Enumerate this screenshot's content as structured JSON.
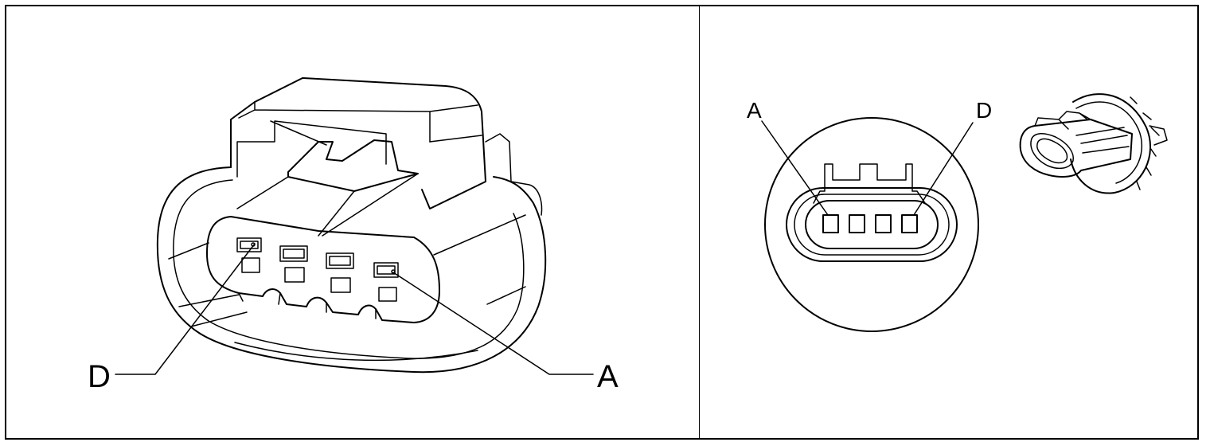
{
  "left_panel": {
    "label_d": "D",
    "label_a": "A"
  },
  "right_panel": {
    "label_a": "A",
    "label_d": "D"
  }
}
